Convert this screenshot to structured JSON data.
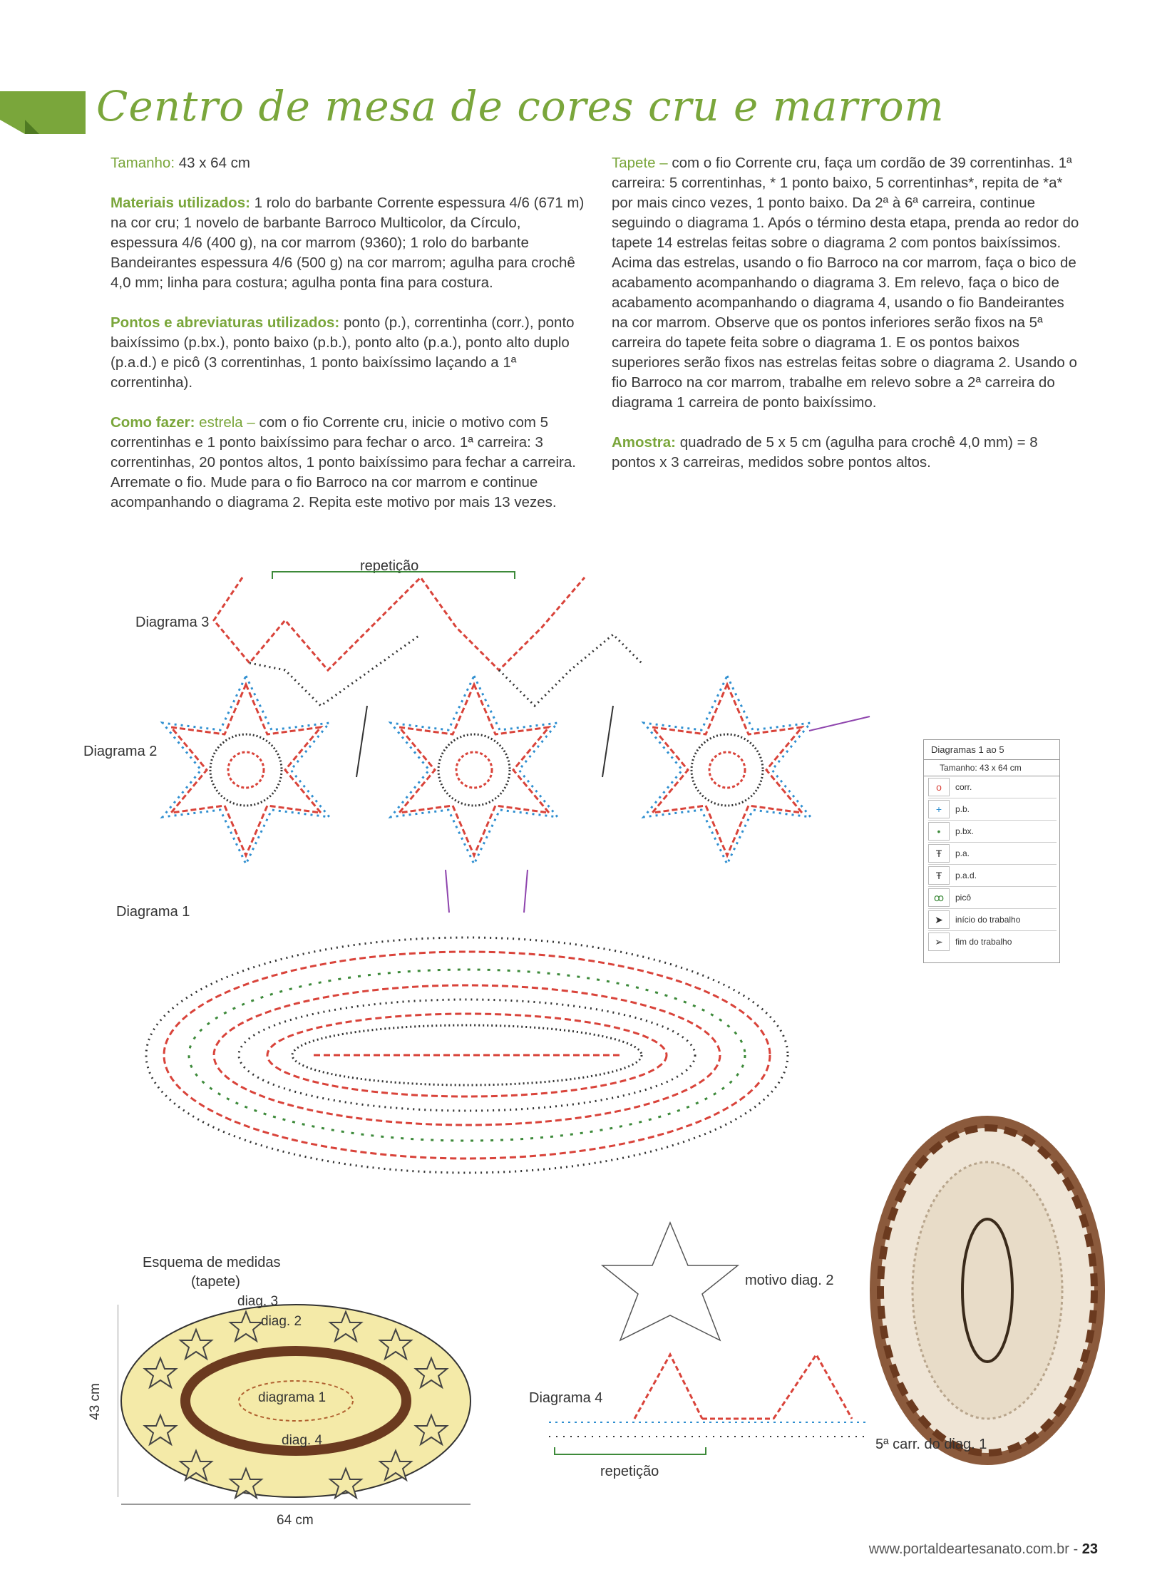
{
  "title": "Centro de mesa de cores cru e marrom",
  "size": {
    "label": "Tamanho:",
    "value": " 43 x 64 cm"
  },
  "materials": {
    "label": "Materiais utilizados:",
    "text": " 1 rolo do barbante Corrente espessura 4/6 (671 m) na cor cru; 1 novelo de barbante Barroco Multicolor, da Círculo, espessura 4/6 (400 g), na cor marrom (9360); 1 rolo do barbante Bandeirantes espessura 4/6 (500 g) na cor marrom; agulha para crochê 4,0 mm; linha para costura; agulha ponta fina para costura."
  },
  "stitches": {
    "label": "Pontos e abreviaturas utilizados:",
    "text": " ponto (p.), correntinha (corr.), ponto baixíssimo (p.bx.), ponto baixo (p.b.), ponto alto (p.a.), ponto alto duplo (p.a.d.) e picô (3 correntinhas, 1 ponto baixíssimo laçando a 1ª correntinha)."
  },
  "how": {
    "label": "Como fazer:",
    "sublabel": " estrela –",
    "text": " com o fio Corrente cru, inicie o motivo com 5 correntinhas e 1 ponto baixíssimo para fechar o arco. 1ª carreira: 3 correntinhas, 20 pontos altos, 1 ponto baixíssimo para fechar a carreira. Arremate o fio. Mude para o fio Barroco na cor marrom e continue acompanhando o diagrama 2. Repita este motivo por mais 13 vezes."
  },
  "tapete": {
    "label": "Tapete –",
    "text": " com o fio Corrente cru, faça um cordão de 39 correntinhas. 1ª carreira: 5 correntinhas, * 1 ponto baixo, 5 correntinhas*, repita de *a* por mais cinco vezes, 1 ponto baixo. Da 2ª à 6ª carreira, continue seguindo o diagrama 1. Após o término desta etapa, prenda ao redor do tapete 14 estrelas feitas sobre o diagrama 2 com pontos baixíssimos. Acima das estrelas, usando o fio Barroco na cor marrom, faça o bico de acabamento acompanhando o diagrama 3. Em relevo, faça o bico de acabamento acompanhando o diagrama 4, usando o fio Bandeirantes na cor marrom. Observe que os pontos inferiores serão fixos na 5ª carreira do tapete feita sobre o diagrama 1. E os pontos baixos superiores serão fixos nas estrelas feitas sobre o diagrama 2. Usando o fio Barroco na cor marrom, trabalhe em relevo sobre a 2ª carreira do diagrama 1 carreira de ponto baixíssimo."
  },
  "amostra": {
    "label": "Amostra:",
    "text": " quadrado de 5 x 5 cm (agulha para crochê 4,0 mm) = 8 pontos x 3 carreiras, medidos sobre pontos altos."
  },
  "diagrams": {
    "repeat_top": "repetição",
    "d3": "Diagrama 3",
    "d2": "Diagrama 2",
    "d1": "Diagrama 1",
    "schema_title": "Esquema de medidas",
    "schema_sub": "(tapete)",
    "schema_d3": "diag. 3",
    "schema_d2": "diag. 2",
    "schema_d1": "diagrama 1",
    "schema_d4": "diag. 4",
    "schema_h": "43 cm",
    "schema_w": "64 cm",
    "motif": "motivo diag. 2",
    "d4": "Diagrama 4",
    "d4_note": "5ª carr. do diag. 1",
    "repeat_bottom": "repetição"
  },
  "legend": {
    "title": "Diagramas 1 ao 5",
    "size": "Tamanho: 43 x 64 cm",
    "items": [
      {
        "sym": "o",
        "label": "corr.",
        "color": "#d9433a"
      },
      {
        "sym": "+",
        "label": "p.b.",
        "color": "#2f8fd0"
      },
      {
        "sym": "•",
        "label": "p.bx.",
        "color": "#3d8a3a"
      },
      {
        "sym": "Ŧ",
        "label": "p.a.",
        "color": "#333333"
      },
      {
        "sym": "Ŧ",
        "label": "p.a.d.",
        "color": "#333333"
      },
      {
        "sym": "ꝏ",
        "label": "picô",
        "color": "#3d8a3a"
      },
      {
        "sym": "➤",
        "label": "início do trabalho",
        "color": "#222222"
      },
      {
        "sym": "➢",
        "label": "fim do trabalho",
        "color": "#222222"
      }
    ]
  },
  "footer": {
    "url": "www.portaldeartesanato.com.br",
    "sep": " - ",
    "page": "23"
  },
  "colors": {
    "accent": "#7aa63b",
    "chain": "#d9433a",
    "sc": "#2f8fd0",
    "picot": "#3d8a3a",
    "brown": "#6b3a1f",
    "beige": "#f4eaa8"
  }
}
